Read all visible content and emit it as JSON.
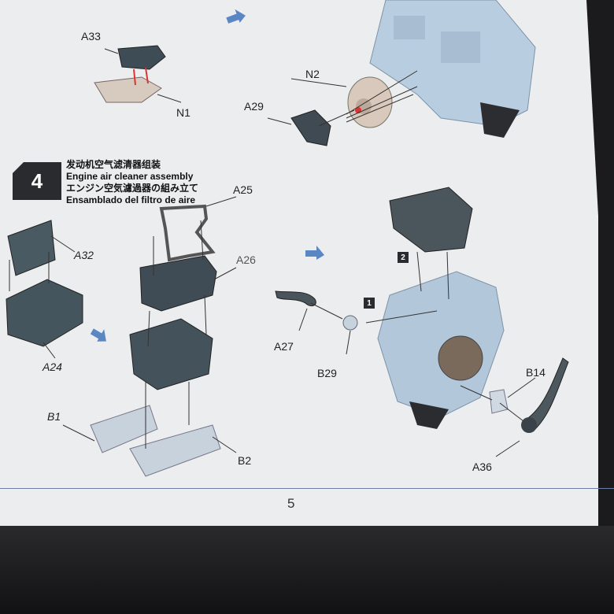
{
  "page": {
    "number": "5"
  },
  "step": {
    "number": "4",
    "title_zh": "发动机空气滤清器组装",
    "title_en": "Engine air cleaner assembly",
    "title_ja": "エンジン空気濾過器の組み立て",
    "title_es": "Ensamblado del filtro de aire"
  },
  "substeps": [
    "1",
    "2"
  ],
  "part_labels": {
    "a33": "A33",
    "n1": "N1",
    "n2": "N2",
    "a29": "A29",
    "a25": "A25",
    "a26": "A26",
    "a32": "A32",
    "a24": "A24",
    "b1": "B1",
    "b2": "B2",
    "a27": "A27",
    "b29": "B29",
    "b14": "B14",
    "a36": "A36"
  }
}
